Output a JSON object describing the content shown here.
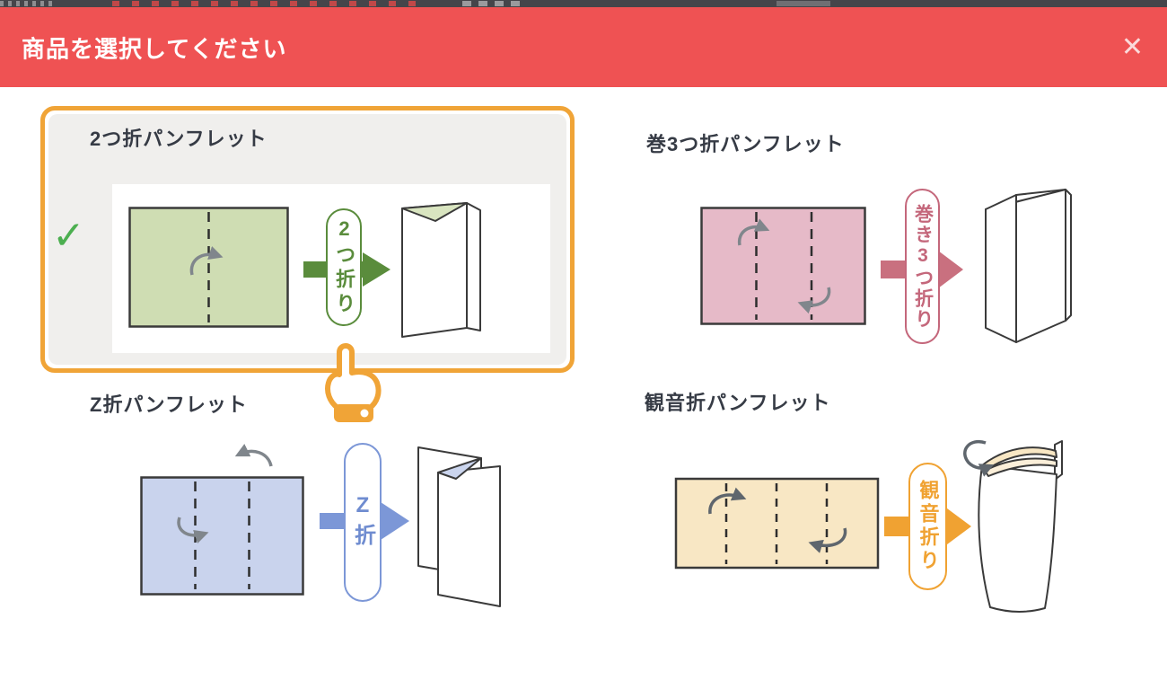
{
  "modal": {
    "header": {
      "title": "商品を選択してください",
      "close_icon": "✕"
    },
    "selected_check_icon": "✓",
    "products": [
      {
        "title": "2つ折パンフレット",
        "fold_label": "2つ折り",
        "selected": true
      },
      {
        "title": "巻3つ折パンフレット",
        "fold_label": "巻き3つ折り",
        "selected": false
      },
      {
        "title": "Z折パンフレット",
        "fold_label": "Z折",
        "selected": false
      },
      {
        "title": "観音折パンフレット",
        "fold_label": "観音折り",
        "selected": false
      }
    ],
    "colors": {
      "header_bg": "#EF5253",
      "close_icon": "#FADADA",
      "highlight_border": "#F0A437",
      "check_green": "#4CAF50",
      "title_text": "#363B45",
      "selected_card_bg": "#F0EFED",
      "bifold_accent": "#5A8C3C",
      "bifold_paper": "#CFDDB3",
      "rolltrifold_accent": "#C4677B",
      "rolltrifold_paper": "#E6BAC8",
      "zfold_accent": "#7C97D7",
      "zfold_paper": "#C9D3ED",
      "gatefold_accent": "#F0A232",
      "gatefold_paper": "#F8E7C4"
    }
  }
}
